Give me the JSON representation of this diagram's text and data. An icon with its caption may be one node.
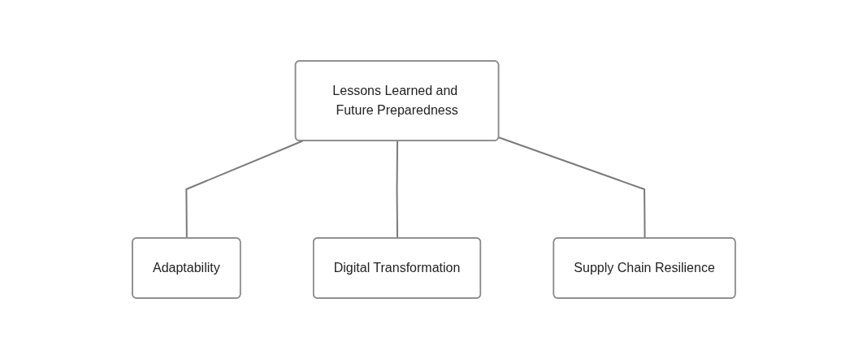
{
  "diagram": {
    "nodes": [
      {
        "text": [
          "Lessons Learned and Future Preparedness"
        ]
      },
      {
        "text": [
          "Adaptability"
        ]
      },
      {
        "text": [
          "Digital Transformation"
        ]
      },
      {
        "text": [
          "Supply Chain Resilience"
        ]
      }
    ],
    "edges": [
      {
        "from": 0,
        "to": 1,
        "arrow": "none"
      },
      {
        "from": 0,
        "to": 2,
        "arrow": "none"
      },
      {
        "from": 0,
        "to": 3,
        "arrow": "none"
      }
    ]
  }
}
